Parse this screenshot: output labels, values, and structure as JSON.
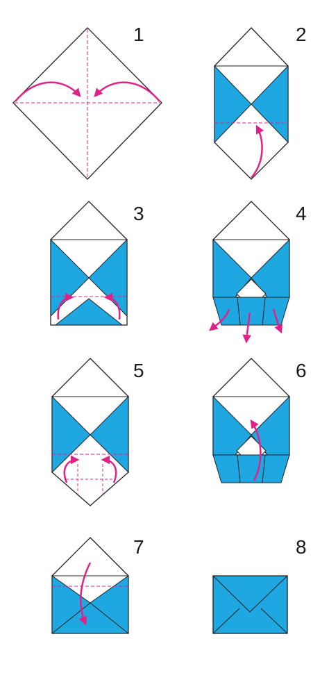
{
  "colors": {
    "paper": "#ffffff",
    "paper_color_side": "#1fa7e1",
    "outline": "#231f20",
    "fold_line": "#e0218a",
    "arrow": "#e0218a"
  },
  "steps": [
    {
      "number": "1"
    },
    {
      "number": "2"
    },
    {
      "number": "3"
    },
    {
      "number": "4"
    },
    {
      "number": "5"
    },
    {
      "number": "6"
    },
    {
      "number": "7"
    },
    {
      "number": "8"
    }
  ]
}
